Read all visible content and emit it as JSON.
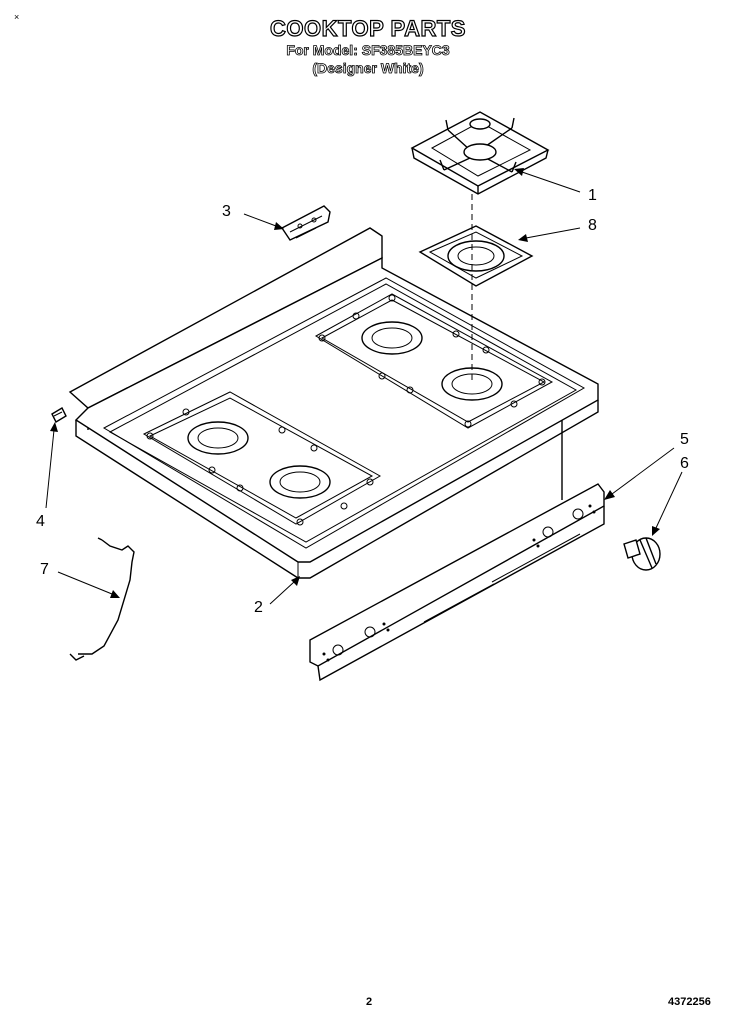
{
  "header": {
    "corner_mark": "×",
    "title": "COOKTOP PARTS",
    "model_line": "For Model: SF385BEYC3",
    "variant_line": "(Designer White)"
  },
  "callouts": {
    "c1": "1",
    "c2": "2",
    "c3": "3",
    "c4": "4",
    "c5": "5",
    "c6": "6",
    "c7": "7",
    "c8": "8"
  },
  "footer": {
    "page_number": "2",
    "doc_number": "4372256"
  }
}
